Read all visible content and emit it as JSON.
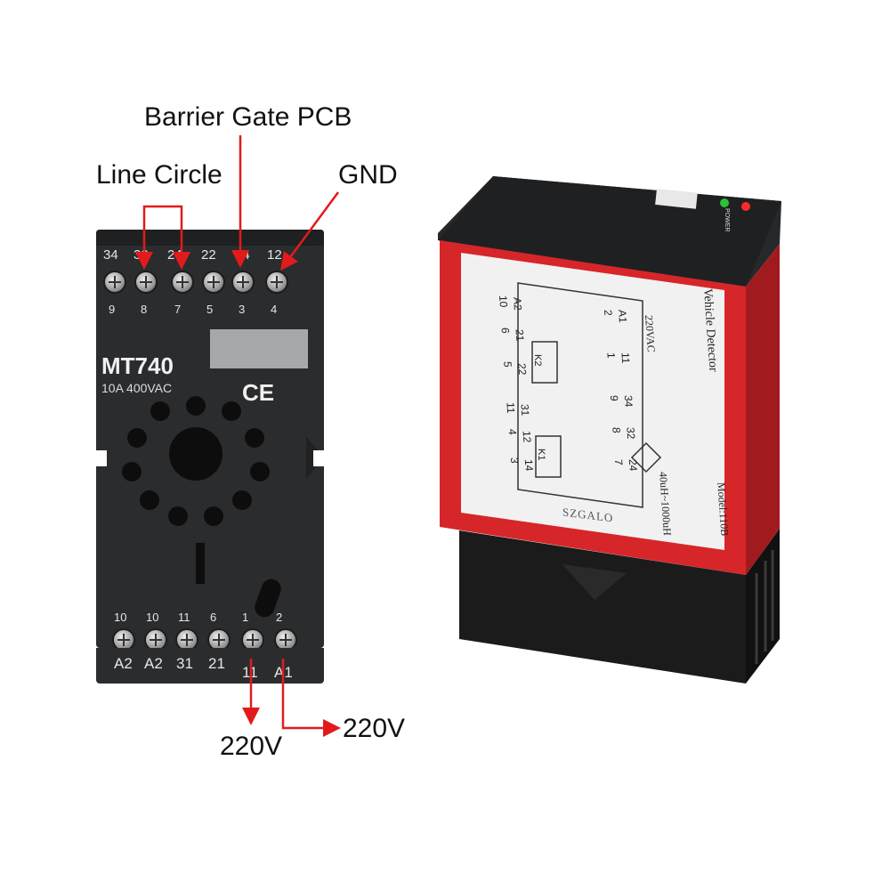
{
  "callouts": {
    "barrier_gate_pcb": "Barrier Gate PCB",
    "line_circle": "Line Circle",
    "gnd": "GND",
    "power_a": "220V",
    "power_b": "220V"
  },
  "socket": {
    "model": "MT740",
    "rating": "10A 400VAC",
    "ce_mark": "CE",
    "top_terminals": [
      "34",
      "32",
      "24",
      "22",
      "14",
      "12"
    ],
    "top_pins": [
      "9",
      "8",
      "7",
      "5",
      "3",
      "4"
    ],
    "bottom_pins": [
      "10",
      "10",
      "11",
      "6",
      "1",
      "2"
    ],
    "bottom_terminals": [
      "A2",
      "A2",
      "31",
      "21",
      "11",
      "A1"
    ]
  },
  "detector": {
    "title": "Vehicle Detector",
    "model": "Model:110B",
    "voltage": "220VAC",
    "inductance": "40uH~1000uH",
    "brand": "SZGALO",
    "relay_1": "K1",
    "relay_2": "K2",
    "power_label": "POWER",
    "row_a_terminals": [
      "A1",
      "11",
      "34",
      "32",
      "24"
    ],
    "row_a_pins": [
      "2",
      "1",
      "9",
      "8",
      "7"
    ],
    "row_b_terminals": [
      "A2",
      "21",
      "22",
      "31",
      "12",
      "14"
    ],
    "row_b_pins": [
      "10",
      "6",
      "5",
      "11",
      "4",
      "3"
    ]
  },
  "colors": {
    "arrow": "#e11b1b",
    "housing_red": "#d6262a",
    "socket_body": "#2b2c2e"
  }
}
